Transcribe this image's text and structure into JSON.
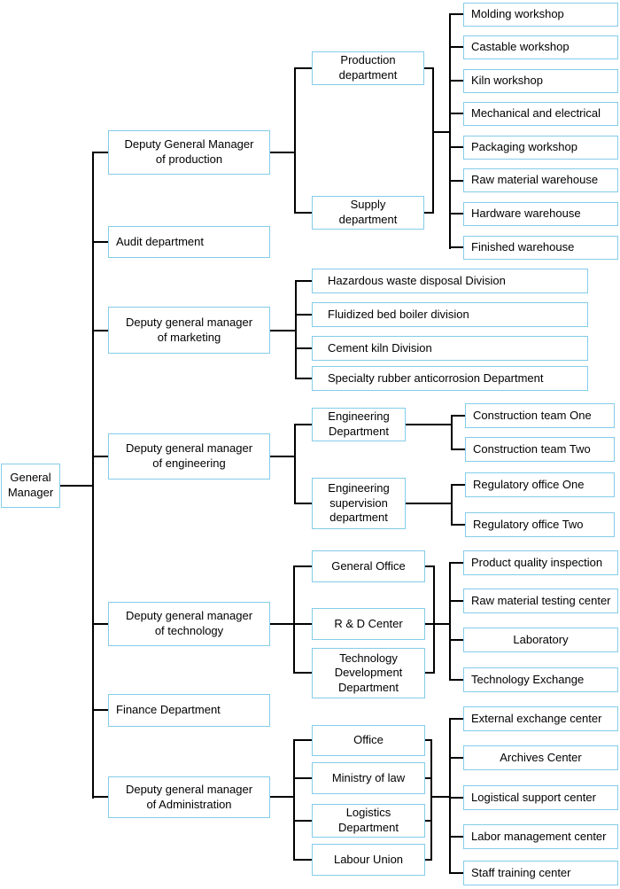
{
  "colors": {
    "box_border": "#84cce9",
    "box_fill": "#ffffff",
    "line": "#000000",
    "text": "#000000",
    "background": "#ffffff"
  },
  "hierarchy": {
    "root": {
      "label": "General\nManager"
    },
    "branches": [
      {
        "label": "Deputy General Manager\nof production",
        "departments": [
          "Production\ndepartment",
          "Supply\ndepartment"
        ],
        "units": [
          "Molding workshop",
          "Castable workshop",
          "Kiln workshop",
          "Mechanical and electrical",
          "Packaging workshop",
          "Raw material warehouse",
          "Hardware warehouse",
          "Finished warehouse"
        ]
      },
      {
        "label": "Audit department"
      },
      {
        "label": "Deputy general manager\nof marketing",
        "departments": [
          "Hazardous waste disposal Division",
          "Fluidized bed boiler division",
          "Cement kiln Division",
          "Specialty rubber anticorrosion Department"
        ]
      },
      {
        "label": "Deputy general manager\nof engineering",
        "departments": [
          {
            "label": "Engineering\nDepartment",
            "units": [
              "Construction team One",
              "Construction team Two"
            ]
          },
          {
            "label": "Engineering\nsupervision\ndepartment",
            "units": [
              "Regulatory office One",
              "Regulatory office Two"
            ]
          }
        ]
      },
      {
        "label": "Deputy general manager\nof technology",
        "departments": [
          "General Office",
          "R & D Center",
          "Technology\nDevelopment\nDepartment"
        ],
        "units": [
          "Product quality inspection",
          "Raw material testing center",
          "Laboratory",
          "Technology Exchange"
        ]
      },
      {
        "label": "Finance Department"
      },
      {
        "label": "Deputy general manager\nof Administration",
        "departments": [
          "Office",
          "Ministry of law",
          "Logistics\nDepartment",
          "Labour Union"
        ],
        "units": [
          "External exchange center",
          "Archives Center",
          "Logistical support center",
          "Labor management center",
          "Staff training center"
        ]
      }
    ]
  }
}
